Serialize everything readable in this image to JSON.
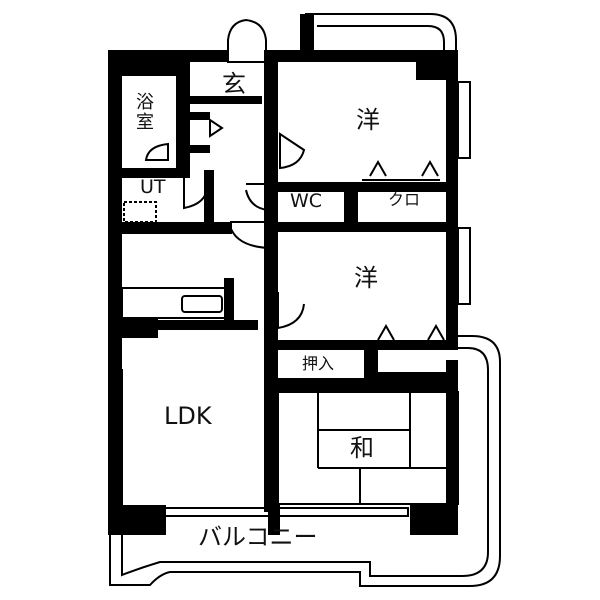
{
  "rooms": {
    "entrance": "玄",
    "bath": "浴室",
    "utility": "UT",
    "western_room_1": "洋",
    "wc": "WC",
    "closet": "クロ",
    "western_room_2": "洋",
    "storage": "押入",
    "ldk": "LDK",
    "japanese_room": "和",
    "balcony": "バルコニー"
  },
  "colors": {
    "wall": "#000000",
    "line": "#000000",
    "background": "#ffffff"
  }
}
